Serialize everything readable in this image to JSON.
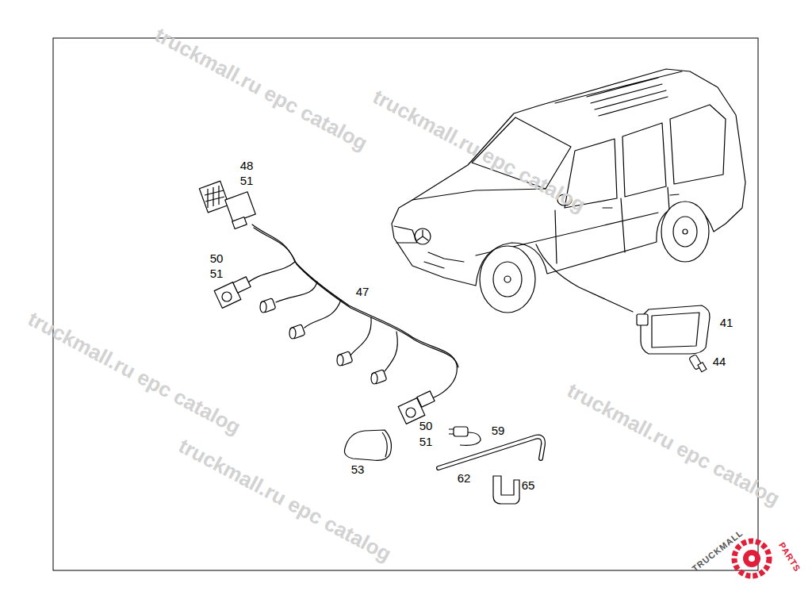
{
  "diagram": {
    "labels": [
      "48",
      "51",
      "50",
      "51",
      "47",
      "50",
      "51",
      "59",
      "53",
      "62",
      "65",
      "41",
      "44",
      "truckmall.ru epc catalog",
      "truckmall.ru epc catalog",
      "truckmall.ru epc catalog",
      "truckmall.ru epc catalog",
      "truckmall.ru epc catalog",
      "TRUCKMALL",
      "PARTS"
    ]
  }
}
